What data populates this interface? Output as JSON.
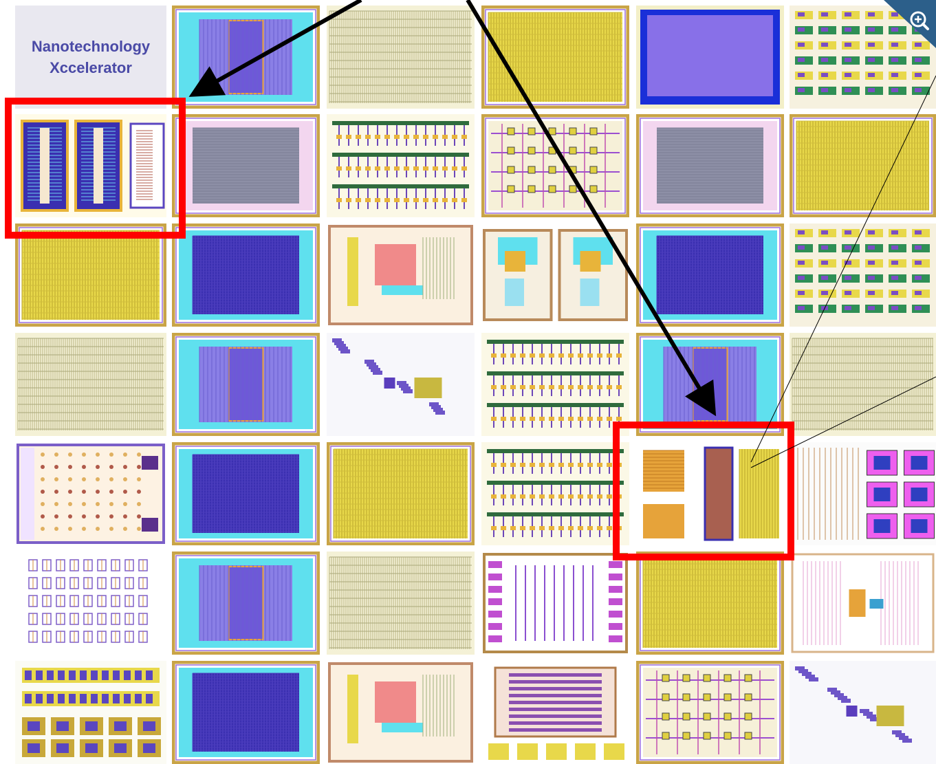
{
  "logo": {
    "line1": "Nanotechnology",
    "line2": "Xccelerator"
  },
  "colors": {
    "accent_text": "#4a4aa6",
    "highlight": "#ff0000",
    "arrow": "#000000",
    "zoom_badge": "#2c5f8a",
    "layout_yellow": "#e8d84a",
    "layout_purple": "#6e58d8",
    "layout_cyan": "#5fe0ee",
    "layout_gray": "#8d8fa6",
    "layout_orange": "#e6a33a",
    "layout_pink": "#f08a8a"
  },
  "zoom_button": {
    "icon": "zoom-in-icon"
  },
  "gallery": {
    "columns": 6,
    "rows": 7,
    "tiles": [
      [
        "logo",
        "capacitor",
        "grid-fine",
        "yellow-grid",
        "blue-panel",
        "cell-array"
      ],
      [
        "triple-blocks",
        "gray-array",
        "comb-array",
        "matrix-circuit",
        "gray-array",
        "yellow-grid"
      ],
      [
        "yellow-grid",
        "purple-array",
        "analog-block",
        "twin-cells",
        "purple-array",
        "cell-array"
      ],
      [
        "grid-fine",
        "capacitor",
        "sparse-devices",
        "comb-array",
        "capacitor",
        "grid-fine"
      ],
      [
        "dot-array",
        "purple-array",
        "yellow-grid",
        "comb-array",
        "mixed-blocks",
        "ring-cells"
      ],
      [
        "transistor-rows",
        "capacitor",
        "grid-fine",
        "pad-circuit",
        "yellow-grid",
        "sparse-frame"
      ],
      [
        "pad-tiles",
        "purple-array",
        "analog-block",
        "stripes-pads",
        "matrix-circuit",
        "sparse-devices"
      ]
    ]
  },
  "annotations": {
    "highlight_boxes": 2,
    "arrows": 2,
    "callout_lines": 2
  }
}
